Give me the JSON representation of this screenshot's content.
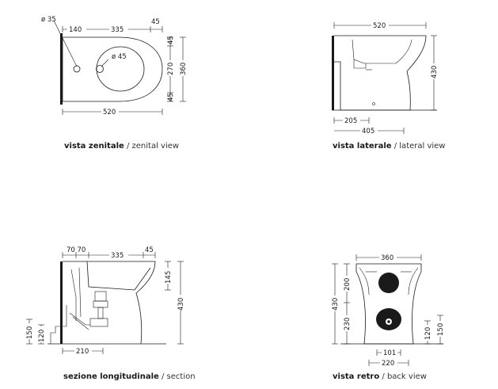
{
  "colors": {
    "ink": "#1a1a1a",
    "background": "#ffffff"
  },
  "zenital": {
    "dims": {
      "d35": "ø 35",
      "d140": "140",
      "d335": "335",
      "d45top": "45",
      "d45r1": "45",
      "d270": "270",
      "d360": "360",
      "d45r2": "45",
      "d45hole": "ø 45",
      "d520": "520"
    },
    "caption": {
      "bold": "vista zenitale",
      "sep": " / ",
      "light": "zenital view"
    }
  },
  "lateral": {
    "dims": {
      "d520": "520",
      "d430": "430",
      "d205": "205",
      "d405": "405"
    },
    "caption": {
      "bold": "vista laterale",
      "sep": " / ",
      "light": "lateral view"
    }
  },
  "section": {
    "dims": {
      "d7070": "70 70",
      "d335": "335",
      "d45": "45",
      "d145": "145",
      "d430": "430",
      "d150": "150",
      "d120": "120",
      "d210": "210"
    },
    "caption": {
      "bold": "sezione longitudinale",
      "sep": " / ",
      "light": "section"
    }
  },
  "back": {
    "dims": {
      "d360": "360",
      "d200": "200",
      "d430": "430",
      "d230": "230",
      "d120": "120",
      "d150": "150",
      "d101": "101",
      "d220": "220"
    },
    "caption": {
      "bold": "vista retro",
      "sep": " / ",
      "light": "back view"
    }
  }
}
